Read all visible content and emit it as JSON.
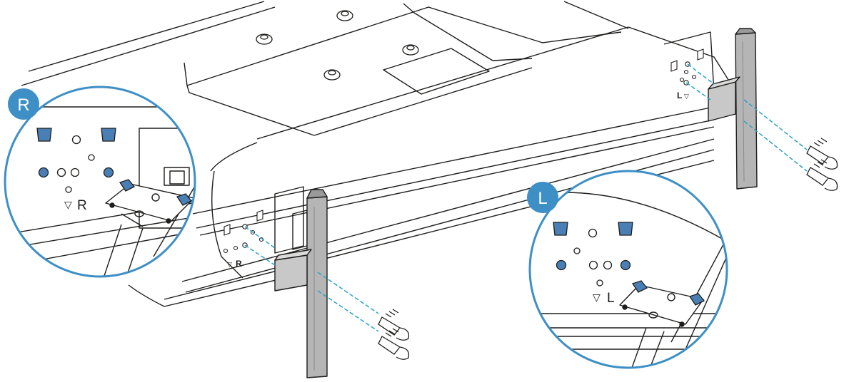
{
  "diagram": {
    "callout_right": {
      "badge": "R",
      "marker": "R"
    },
    "callout_left": {
      "badge": "L",
      "marker": "L"
    },
    "tv_markers": {
      "right": "R",
      "left": "L"
    }
  },
  "colors": {
    "accent": "#3d8fc6",
    "hole_fill": "#4a7fb5",
    "guide_line": "#2aa3c9",
    "outline": "#1d1d1b",
    "stand_fill": "#b5b5b5"
  }
}
